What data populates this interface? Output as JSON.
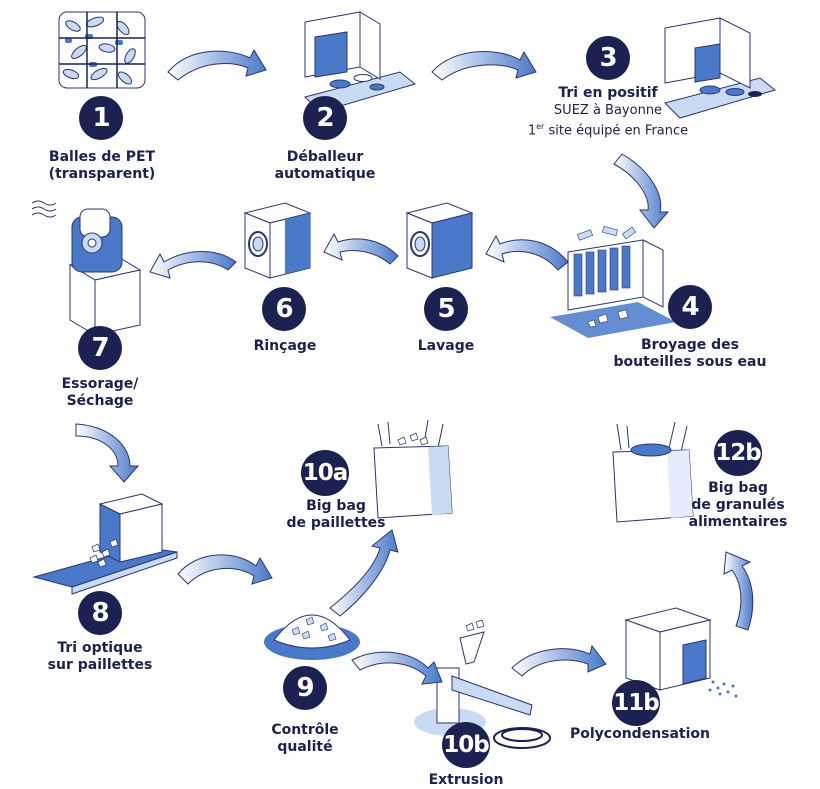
{
  "colors": {
    "navy": "#1b2150",
    "blue": "#4a79c9",
    "light_blue": "#c9dbf2",
    "outline": "#2a3670"
  },
  "steps": [
    {
      "id": "1",
      "lines": [
        "Balles de PET",
        "(transparent)"
      ]
    },
    {
      "id": "2",
      "lines": [
        "Déballeur",
        "automatique"
      ]
    },
    {
      "id": "3",
      "lines": [
        "Tri en positif"
      ],
      "sub": {
        "line1": "SUEZ à Bayonne",
        "line2_sup": "er",
        "line2_pre": "1",
        "line2_post": " site équipé en France"
      }
    },
    {
      "id": "4",
      "lines": [
        "Broyage des",
        "bouteilles sous eau"
      ]
    },
    {
      "id": "5",
      "lines": [
        "Lavage"
      ]
    },
    {
      "id": "6",
      "lines": [
        "Rinçage"
      ]
    },
    {
      "id": "7",
      "lines": [
        "Essorage/",
        "Séchage"
      ]
    },
    {
      "id": "8",
      "lines": [
        "Tri optique",
        "sur paillettes"
      ]
    },
    {
      "id": "9",
      "lines": [
        "Contrôle",
        "qualité"
      ]
    },
    {
      "id": "10a",
      "lines": [
        "Big bag",
        "de paillettes"
      ]
    },
    {
      "id": "10b",
      "lines": [
        "Extrusion"
      ]
    },
    {
      "id": "11b",
      "lines": [
        "Polycondensation"
      ]
    },
    {
      "id": "12b",
      "lines": [
        "Big bag",
        "de granulés",
        "alimentaires"
      ]
    }
  ]
}
